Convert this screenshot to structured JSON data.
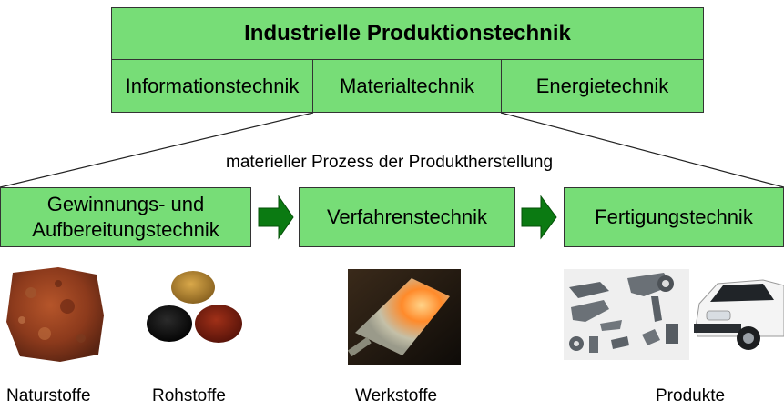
{
  "header": {
    "title": "Industrielle Produktionstechnik",
    "subcategories": [
      "Informationstechnik",
      "Materialtechnik",
      "Energietechnik"
    ]
  },
  "process": {
    "caption": "materieller Prozess der Produktherstellung",
    "steps": [
      {
        "line1": "Gewinnungs- und",
        "line2": "Aufbereitungstechnik"
      },
      {
        "line1": "Verfahrenstechnik",
        "line2": ""
      },
      {
        "line1": "Fertigungstechnik",
        "line2": ""
      }
    ]
  },
  "materials": {
    "labels": [
      "Naturstoffe",
      "Rohstoffe",
      "Werkstoffe",
      "Produkte"
    ]
  },
  "colors": {
    "box_fill": "#77dd77",
    "arrow_fill": "#0b7a12",
    "border": "#333333"
  }
}
